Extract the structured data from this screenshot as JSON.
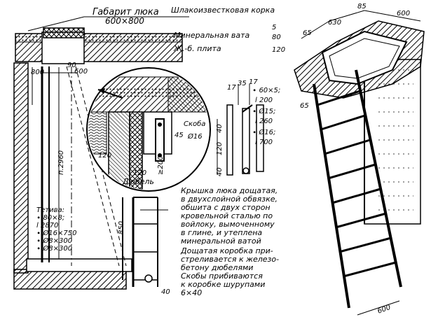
{
  "hatch_title": "Габарит люка",
  "hatch_size": "600×800",
  "layers": [
    "Шлакоизвестковая корка",
    "Минеральная вата",
    "Ж.-б. плита"
  ],
  "layer_thicknesses": [
    "5",
    "80",
    "120"
  ],
  "left_dims": {
    "d800": "800",
    "d600": "600",
    "d90": "90",
    "d2960": "п.2960",
    "d850": "850",
    "d40": "40"
  },
  "stair_dims": {
    "a": "17",
    "b": "35",
    "c": "17",
    "d40a": "40",
    "d120": "120",
    "d40b": "40",
    "note1": "Ø16",
    "note2": "Скоба"
  },
  "specs": [
    "∙ 60×5;",
    "l 200",
    "∙ Ø15;",
    "l 260",
    "∙ Ø16;",
    "l 700"
  ],
  "detail_labels": {
    "d120a": "120",
    "d120b": "120",
    "d200": "≥200",
    "d45": "45",
    "dowel": "Дюбель"
  },
  "tether": [
    "Тетива:",
    "∙ 80×8;",
    "l 2870",
    "∙ Ø16×750",
    "∙ Ø8×300",
    "∙ Ø8×300"
  ],
  "iso_dims": {
    "d65": "65",
    "d630": "630",
    "d85": "85",
    "d600top": "600",
    "d65b": "65",
    "d600bottom": "600"
  },
  "notes": [
    [
      "Крышка люка дощатая,",
      "в двухслойной обвязке,",
      "обшита с двух сторон",
      "кровельной сталью по",
      "войлоку, вымоченному",
      "в глине, и утеплена",
      "минеральной ватой"
    ],
    [
      "Дощатая коробка при-",
      "стреливается к железо-",
      "бетону дюбелями"
    ],
    [
      "Скобы прибиваются",
      "к коробке шурупами",
      "6×40"
    ]
  ]
}
